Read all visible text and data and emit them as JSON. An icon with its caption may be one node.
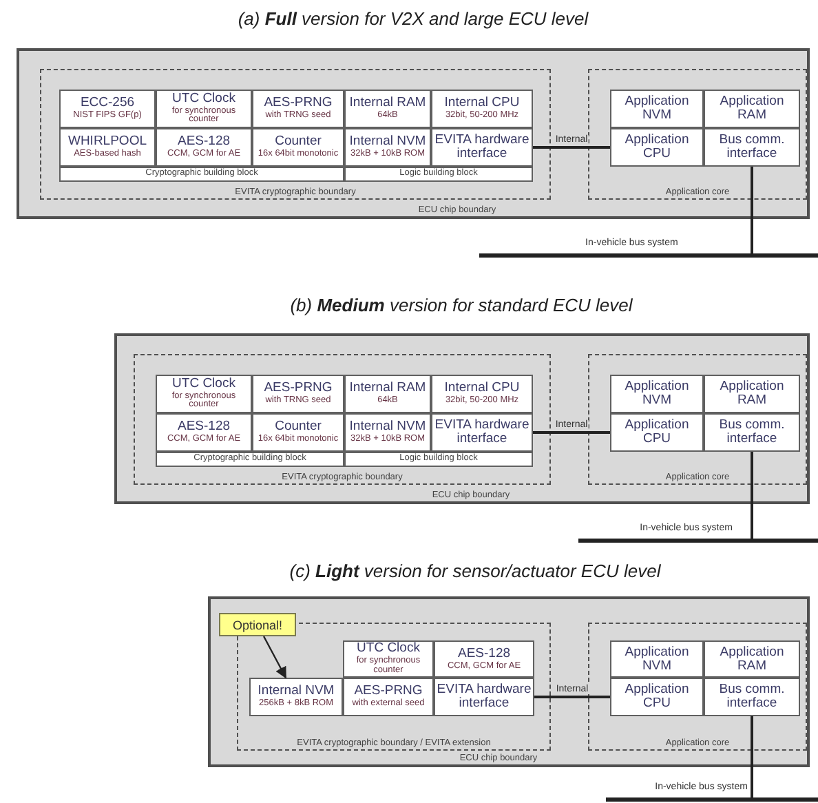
{
  "diagram": {
    "nodes": [
      {
        "text": [
          "ECU chip boundary"
        ]
      },
      {
        "text": [
          "EVITA cryptographic boundary"
        ],
        "in": 0
      },
      {
        "text": [
          "ECC-256",
          "NIST FIPS GF(p)"
        ],
        "in": 1
      },
      {
        "text": [
          "UTC Clock",
          "for synchronous counter"
        ],
        "in": 1
      },
      {
        "text": [
          "AES-PRNG",
          "with TRNG seed"
        ],
        "in": 1
      },
      {
        "text": [
          "Internal RAM",
          "64kB"
        ],
        "in": 1
      },
      {
        "text": [
          "Internal CPU",
          "32bit, 50-200 MHz"
        ],
        "in": 1
      },
      {
        "text": [
          "WHIRLPOOL",
          "AES-based hash"
        ],
        "in": 1
      },
      {
        "text": [
          "AES-128",
          "CCM, GCM for AE"
        ],
        "in": 1
      },
      {
        "text": [
          "Counter",
          "16x 64bit monotonic"
        ],
        "in": 1
      },
      {
        "text": [
          "Internal NVM",
          "32kB + 10kB ROM"
        ],
        "in": 1
      },
      {
        "text": [
          "EVITA hardware interface"
        ],
        "in": 1
      },
      {
        "text": [
          "Cryptographic building block"
        ],
        "in": 1
      },
      {
        "text": [
          "Logic building block"
        ],
        "in": 1
      },
      {
        "text": [
          "Application core"
        ],
        "in": 0
      },
      {
        "text": [
          "Application NVM"
        ],
        "in": 14
      },
      {
        "text": [
          "Application RAM"
        ],
        "in": 14
      },
      {
        "text": [
          "Application CPU"
        ],
        "in": 14
      },
      {
        "text": [
          "Bus comm. interface"
        ],
        "in": 14
      },
      {
        "text": [],
        "shape": "bar",
        "beside": [
          "In-vehicle bus system"
        ]
      },
      {
        "text": [
          "ECU chip boundary"
        ]
      },
      {
        "text": [
          "EVITA cryptographic boundary"
        ],
        "in": 20
      },
      {
        "text": [
          "UTC Clock",
          "for synchronous counter"
        ],
        "in": 21
      },
      {
        "text": [
          "AES-PRNG",
          "with TRNG seed"
        ],
        "in": 21
      },
      {
        "text": [
          "Internal RAM",
          "64kB"
        ],
        "in": 21
      },
      {
        "text": [
          "Internal CPU",
          "32bit, 50-200 MHz"
        ],
        "in": 21
      },
      {
        "text": [
          "AES-128",
          "CCM, GCM for AE"
        ],
        "in": 21
      },
      {
        "text": [
          "Counter",
          "16x 64bit monotonic"
        ],
        "in": 21
      },
      {
        "text": [
          "Internal NVM",
          "32kB + 10kB ROM"
        ],
        "in": 21
      },
      {
        "text": [
          "EVITA hardware interface"
        ],
        "in": 21
      },
      {
        "text": [
          "Cryptographic building block"
        ],
        "in": 21
      },
      {
        "text": [
          "Logic building block"
        ],
        "in": 21
      },
      {
        "text": [
          "Application core"
        ],
        "in": 20
      },
      {
        "text": [
          "Application NVM"
        ],
        "in": 32
      },
      {
        "text": [
          "Application RAM"
        ],
        "in": 32
      },
      {
        "text": [
          "Application CPU"
        ],
        "in": 32
      },
      {
        "text": [
          "Bus comm. interface"
        ],
        "in": 32
      },
      {
        "text": [],
        "shape": "bar",
        "beside": [
          "In-vehicle bus system"
        ]
      },
      {
        "text": [
          "ECU chip boundary"
        ]
      },
      {
        "text": [
          "Optional!"
        ],
        "in": 38
      },
      {
        "text": [
          "EVITA cryptographic boundary / EVITA extension"
        ],
        "in": 38
      },
      {
        "text": [
          "UTC Clock",
          "for synchronous counter"
        ],
        "in": 40
      },
      {
        "text": [
          "AES-128",
          "CCM, GCM for AE"
        ],
        "in": 40
      },
      {
        "text": [
          "Internal NVM",
          "256kB + 8kB ROM"
        ],
        "in": 40
      },
      {
        "text": [
          "AES-PRNG",
          "with external seed"
        ],
        "in": 40
      },
      {
        "text": [
          "EVITA hardware interface"
        ],
        "in": 40
      },
      {
        "text": [
          "Application core"
        ],
        "in": 38
      },
      {
        "text": [
          "Application NVM"
        ],
        "in": 46
      },
      {
        "text": [
          "Application RAM"
        ],
        "in": 46
      },
      {
        "text": [
          "Application CPU"
        ],
        "in": 46
      },
      {
        "text": [
          "Bus comm. interface"
        ],
        "in": 46
      },
      {
        "text": [],
        "shape": "bar",
        "beside": [
          "In-vehicle bus system"
        ]
      }
    ],
    "edges": [
      {
        "from": 11,
        "to": 17,
        "arrow": "none",
        "label": "Internal"
      },
      {
        "from": 18,
        "to": 19,
        "arrow": "none"
      },
      {
        "from": 29,
        "to": 35,
        "arrow": "none",
        "label": "Internal"
      },
      {
        "from": 36,
        "to": 37,
        "arrow": "none"
      },
      {
        "from": 39,
        "to": 43,
        "arrow": "to"
      },
      {
        "from": 45,
        "to": 49,
        "arrow": "none",
        "label": "Internal"
      },
      {
        "from": 50,
        "to": 51,
        "arrow": "none"
      }
    ],
    "labels": [
      "(a) **Full** version for V2X and large ECU level",
      "(b) **Medium** version for standard ECU level",
      "(c) **Light** version for sensor/actuator ECU level"
    ]
  }
}
